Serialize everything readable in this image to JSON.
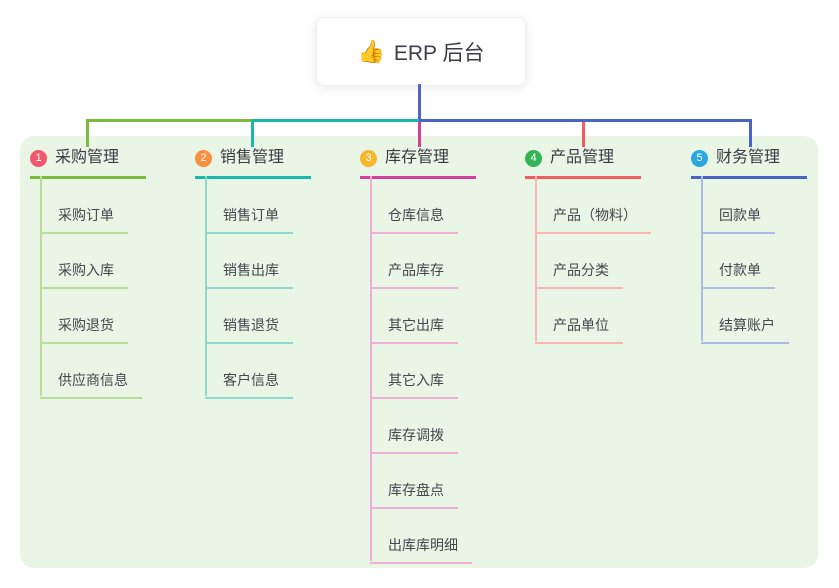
{
  "root": {
    "icon": "👍",
    "title": "ERP 后台"
  },
  "connectors": {
    "trunk_color": "#5263c7"
  },
  "panel": {
    "background": "#e9f6e5"
  },
  "branches": [
    {
      "num": "1",
      "title": "采购管理",
      "color": "#7cbb3f",
      "light": "#b9dd9b",
      "badge": "#f4586e",
      "items": [
        "采购订单",
        "采购入库",
        "采购退货",
        "供应商信息"
      ]
    },
    {
      "num": "2",
      "title": "销售管理",
      "color": "#1ab7ac",
      "light": "#8fd8d1",
      "badge": "#f8903f",
      "items": [
        "销售订单",
        "销售出库",
        "销售退货",
        "客户信息"
      ]
    },
    {
      "num": "3",
      "title": "库存管理",
      "color": "#d4419d",
      "light": "#efaed5",
      "badge": "#f8b62d",
      "items": [
        "仓库信息",
        "产品库存",
        "其它出库",
        "其它入库",
        "库存调拨",
        "库存盘点",
        "出库库明细"
      ]
    },
    {
      "num": "4",
      "title": "产品管理",
      "color": "#f45b5e",
      "light": "#fab5b3",
      "badge": "#35b457",
      "items": [
        "产品（物料）",
        "产品分类",
        "产品单位"
      ]
    },
    {
      "num": "5",
      "title": "财务管理",
      "color": "#4a63c6",
      "light": "#abbbe7",
      "badge": "#2ba7dd",
      "items": [
        "回款单",
        "付款单",
        "结算账户"
      ]
    }
  ]
}
